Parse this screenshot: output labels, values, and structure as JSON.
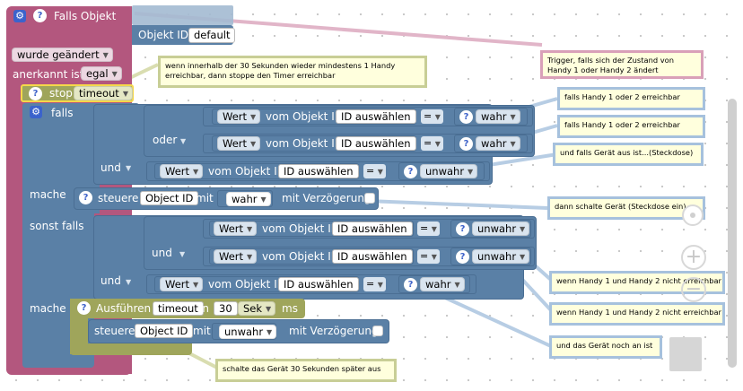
{
  "trigger": {
    "title": "Falls Objekt",
    "object_id_label": "Objekt ID",
    "object_id_value": "default",
    "changed_label": "wurde geändert",
    "ack_label": "anerkannt ist",
    "ack_value": "egal"
  },
  "stop": {
    "label": "stop",
    "timer": "timeout"
  },
  "if_block": {
    "falls": "falls",
    "oder": "oder",
    "und": "und",
    "mache": "mache",
    "sonst_falls": "sonst falls",
    "wert": "Wert",
    "vom_objekt": "vom Objekt ID",
    "id_select": "ID auswählen",
    "eq": "=",
    "true_val": "wahr",
    "false_val": "unwahr"
  },
  "control": {
    "label": "steuere",
    "object": "Object ID",
    "mit": "mit",
    "value_true": "wahr",
    "value_false": "unwahr",
    "delay": "mit Verzögerung"
  },
  "timeout": {
    "label": "Ausführen",
    "name": "timeout",
    "in": "in",
    "amount": "30",
    "unit": "Sek",
    "ms": "ms"
  },
  "comments": {
    "trigger": "Trigger, falls sich der Zustand von Handy 1 oder Handy 2 ändert",
    "stop_line1": "wenn innerhalb der 30 Sekunden wieder mindestens 1 Handy",
    "stop_line2": "erreichbar, dann stoppe den Timer erreichbar",
    "c1": "falls Handy 1 oder 2 erreichbar",
    "c2": "falls Handy 1 oder 2 erreichbar",
    "c3": "und falls Gerät aus ist...(Steckdose)",
    "c4": "dann schalte Gerät (Steckdose ein)",
    "c5": "wenn Handy 1 und Handy 2 nicht erreichbar",
    "c6": "wenn Handy 1 und Handy 2 nicht erreichbar",
    "c7": "und das Gerät noch an ist",
    "c8": "schalte das Gerät 30 Sekunden später aus"
  },
  "colors": {
    "trigger": "#b3577e",
    "logic": "#5a80a6",
    "timer": "#9fa55b",
    "comment": "#ffffdd"
  }
}
